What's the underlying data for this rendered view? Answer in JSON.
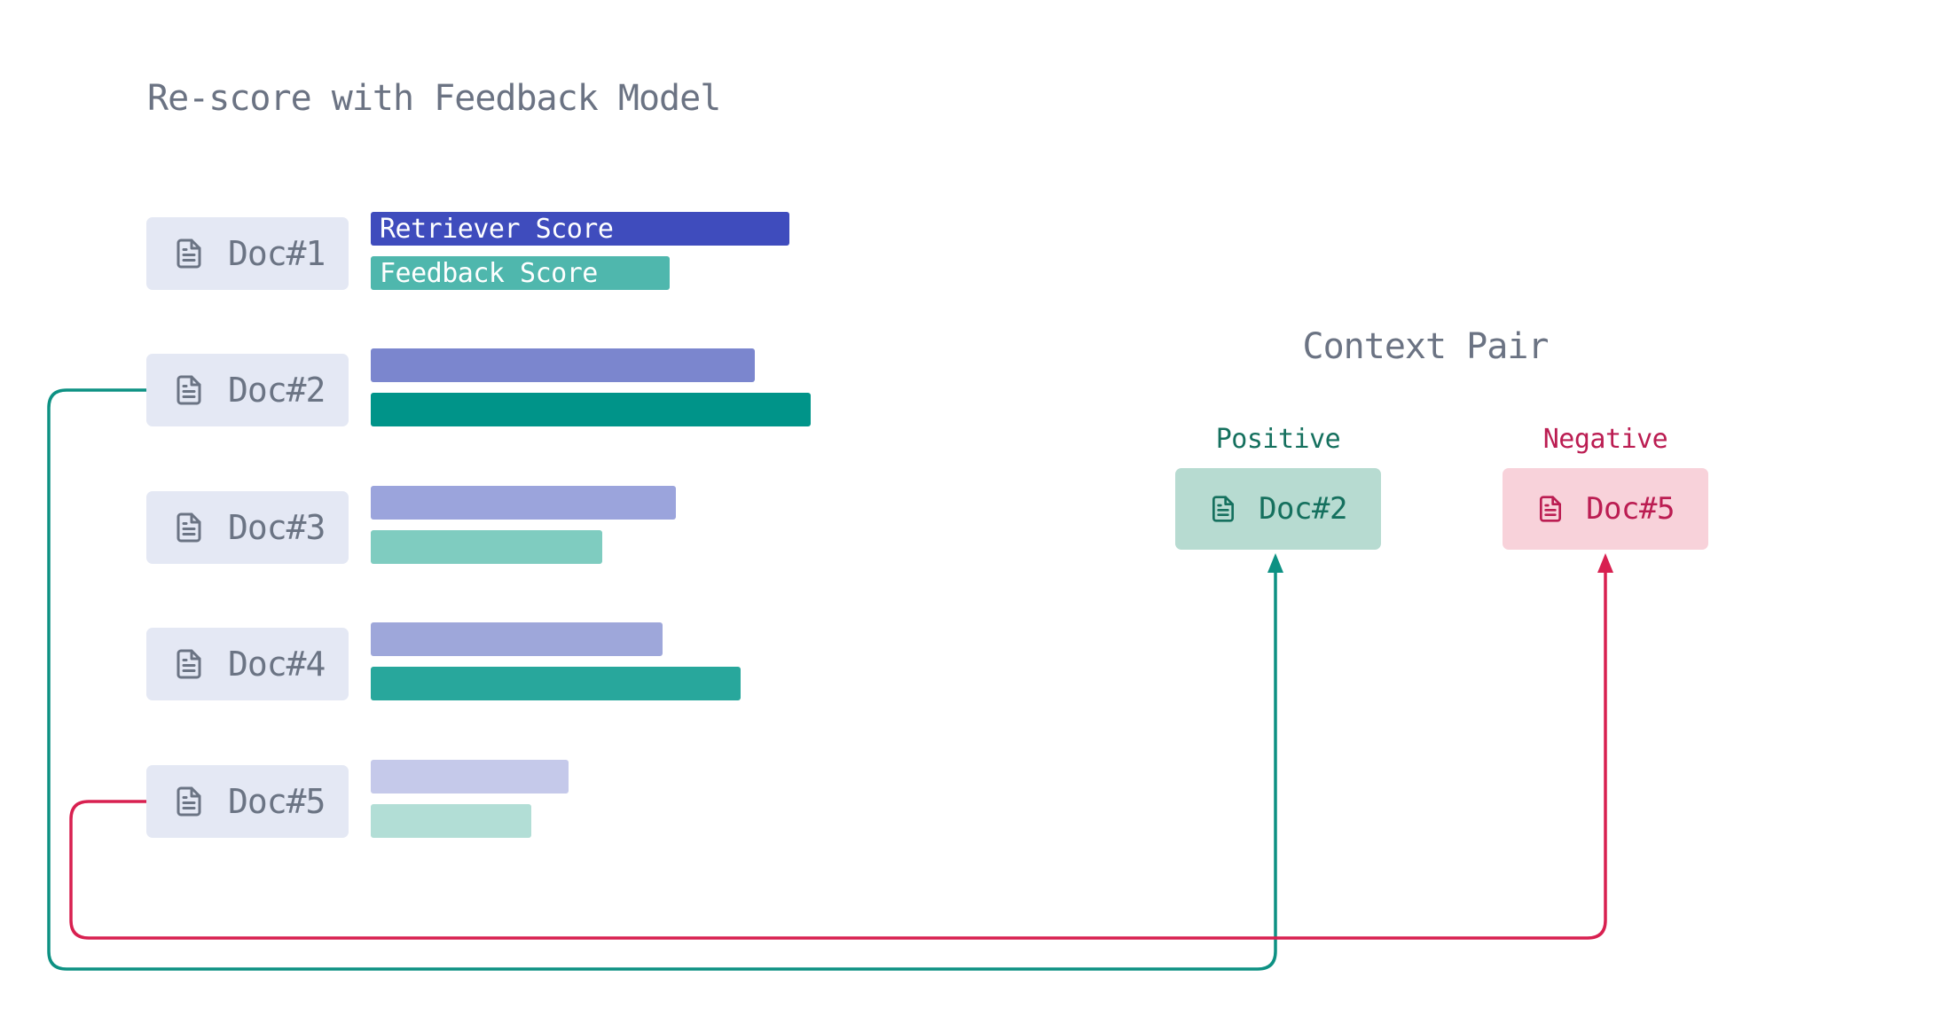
{
  "title": "Re-score with Feedback Model",
  "bar_legend": {
    "retriever": "Retriever Score",
    "feedback": "Feedback Score"
  },
  "docs": [
    {
      "label": "Doc#1",
      "retriever_score_width": 472,
      "feedback_score_width": 337,
      "retriever_color": "#3f4cbd",
      "feedback_color": "#4fb7ad"
    },
    {
      "label": "Doc#2",
      "retriever_score_width": 433,
      "feedback_score_width": 496,
      "retriever_color": "#7b86ce",
      "feedback_color": "#009489"
    },
    {
      "label": "Doc#3",
      "retriever_score_width": 344,
      "feedback_score_width": 261,
      "retriever_color": "#9ba4dc",
      "feedback_color": "#7fccc0"
    },
    {
      "label": "Doc#4",
      "retriever_score_width": 329,
      "feedback_score_width": 417,
      "retriever_color": "#9ea7da",
      "feedback_color": "#28a79c"
    },
    {
      "label": "Doc#5",
      "retriever_score_width": 223,
      "feedback_score_width": 181,
      "retriever_color": "#c5c9ea",
      "feedback_color": "#b2ded6"
    }
  ],
  "context_pair": {
    "heading": "Context Pair",
    "positive": {
      "label": "Positive",
      "doc_label": "Doc#2",
      "text_color": "#15705e",
      "box_bg": "#b7dbd1"
    },
    "negative": {
      "label": "Negative",
      "doc_label": "Doc#5",
      "text_color": "#bb1d52",
      "box_bg": "#f8d2da"
    }
  },
  "connectors": {
    "positive_line_color": "#0d9183",
    "negative_line_color": "#d82050"
  },
  "palette": {
    "title_color": "#6b7383",
    "doc_box_bg": "#e4e8f4",
    "doc_box_text": "#6b7484"
  }
}
